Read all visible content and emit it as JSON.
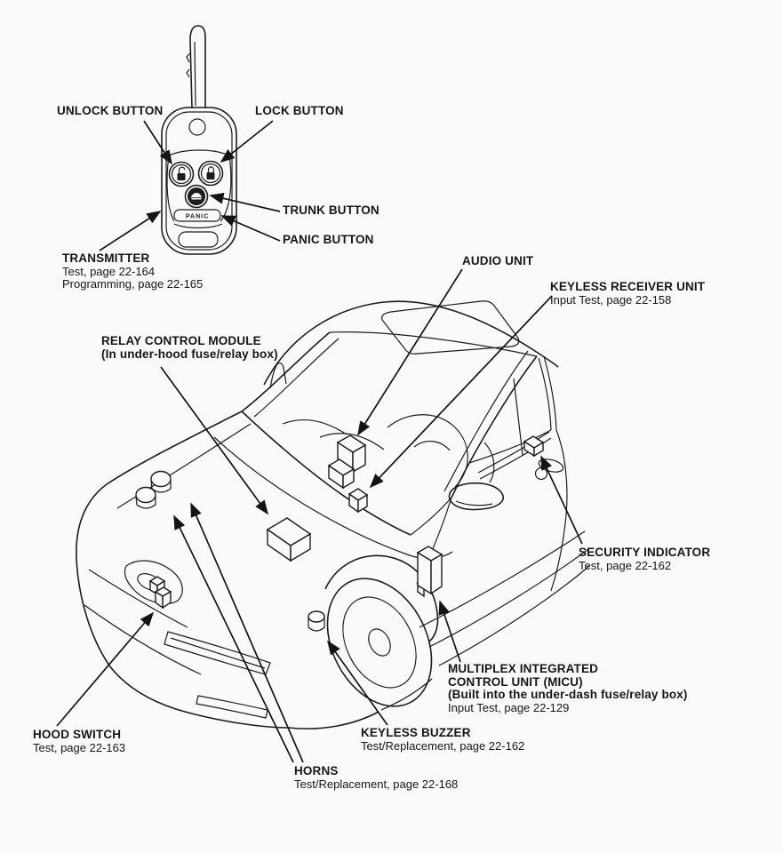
{
  "page": {
    "background_color": "#fafaf8",
    "ink_color": "#1c1c1c",
    "description_type": "service-manual component location diagram"
  },
  "key_fob": {
    "panic_strip_text": "PANIC",
    "button_icons": {
      "unlock": "open-padlock",
      "lock": "closed-padlock",
      "trunk": "car-silhouette"
    },
    "labels": {
      "unlock": "UNLOCK BUTTON",
      "lock": "LOCK BUTTON",
      "trunk": "TRUNK BUTTON",
      "panic": "PANIC BUTTON",
      "transmitter": {
        "title": "TRANSMITTER",
        "line2": "Test, page 22-164",
        "line3": "Programming, page 22-165"
      }
    }
  },
  "car_diagram": {
    "labels": {
      "audio_unit": {
        "title": "AUDIO UNIT"
      },
      "keyless_receiver": {
        "title": "KEYLESS RECEIVER UNIT",
        "line2": "Input Test, page 22-158"
      },
      "relay_module": {
        "title": "RELAY CONTROL MODULE",
        "line2": "(In under-hood fuse/relay box)"
      },
      "security_indicator": {
        "title": "SECURITY INDICATOR",
        "line2": "Test, page 22-162"
      },
      "micu": {
        "title": "MULTIPLEX INTEGRATED",
        "line2": "CONTROL UNIT (MICU)",
        "line3": "(Built into the under-dash fuse/relay box)",
        "line4": "Input Test, page 22-129"
      },
      "hood_switch": {
        "title": "HOOD SWITCH",
        "line2": "Test, page 22-163"
      },
      "keyless_buzzer": {
        "title": "KEYLESS BUZZER",
        "line2": "Test/Replacement, page 22-162"
      },
      "horns": {
        "title": "HORNS",
        "line2": "Test/Replacement, page 22-168"
      }
    }
  }
}
